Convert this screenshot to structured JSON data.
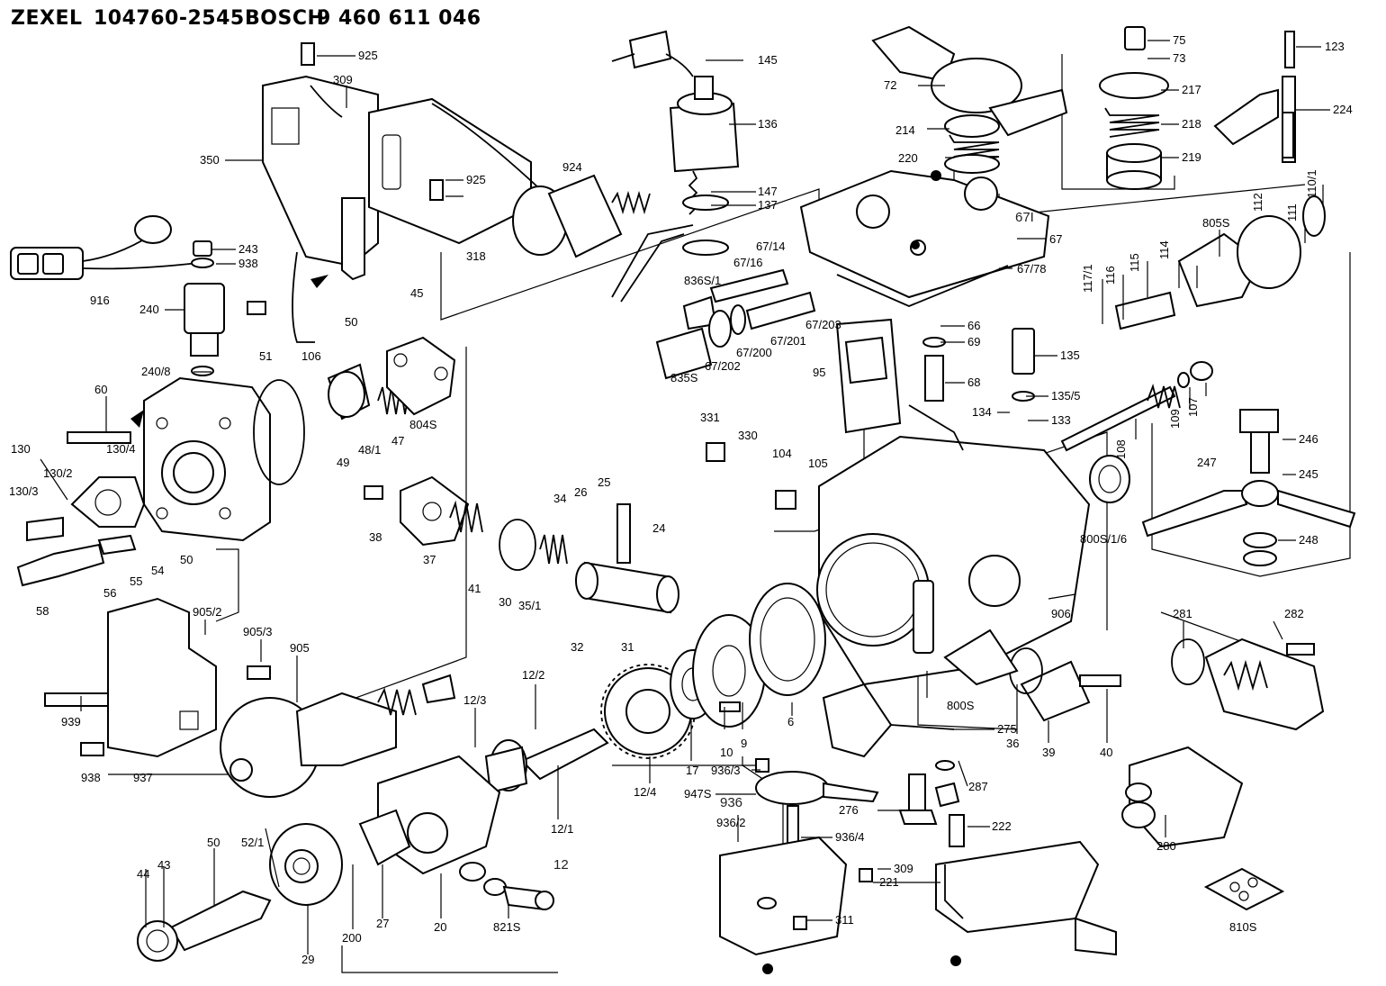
{
  "header": {
    "maker": "ZEXEL",
    "zexel_number": "104760-2545",
    "brand": "BOSCH",
    "bosch_number": "9 460 611 046"
  },
  "callouts": [
    {
      "id": "c925a",
      "text": "925"
    },
    {
      "id": "c309a",
      "text": "309"
    },
    {
      "id": "c350",
      "text": "350"
    },
    {
      "id": "c925b",
      "text": "925"
    },
    {
      "id": "c318",
      "text": "318"
    },
    {
      "id": "c243",
      "text": "243"
    },
    {
      "id": "c938a",
      "text": "938"
    },
    {
      "id": "c916",
      "text": "916"
    },
    {
      "id": "c240",
      "text": "240"
    },
    {
      "id": "c240_8",
      "text": "240/8"
    },
    {
      "id": "c106",
      "text": "106"
    },
    {
      "id": "c51",
      "text": "51"
    },
    {
      "id": "c50a",
      "text": "50"
    },
    {
      "id": "c45",
      "text": "45"
    },
    {
      "id": "c60",
      "text": "60"
    },
    {
      "id": "c130",
      "text": "130"
    },
    {
      "id": "c130_4",
      "text": "130/4"
    },
    {
      "id": "c130_2",
      "text": "130/2"
    },
    {
      "id": "c130_3",
      "text": "130/3"
    },
    {
      "id": "c49",
      "text": "49"
    },
    {
      "id": "c48_1",
      "text": "48/1"
    },
    {
      "id": "c47",
      "text": "47"
    },
    {
      "id": "c804s",
      "text": "804S"
    },
    {
      "id": "c58",
      "text": "58"
    },
    {
      "id": "c56",
      "text": "56"
    },
    {
      "id": "c55",
      "text": "55"
    },
    {
      "id": "c54",
      "text": "54"
    },
    {
      "id": "c50b",
      "text": "50"
    },
    {
      "id": "c38",
      "text": "38"
    },
    {
      "id": "c37",
      "text": "37"
    },
    {
      "id": "c41",
      "text": "41"
    },
    {
      "id": "c30",
      "text": "30"
    },
    {
      "id": "c35_1",
      "text": "35/1"
    },
    {
      "id": "c34",
      "text": "34"
    },
    {
      "id": "c26",
      "text": "26"
    },
    {
      "id": "c25",
      "text": "25"
    },
    {
      "id": "c24",
      "text": "24"
    },
    {
      "id": "c32",
      "text": "32"
    },
    {
      "id": "c31",
      "text": "31"
    },
    {
      "id": "c145",
      "text": "145"
    },
    {
      "id": "c136",
      "text": "136"
    },
    {
      "id": "c924",
      "text": "924"
    },
    {
      "id": "c147",
      "text": "147"
    },
    {
      "id": "c137",
      "text": "137"
    },
    {
      "id": "c67_14",
      "text": "67/14"
    },
    {
      "id": "c67_16",
      "text": "67/16"
    },
    {
      "id": "c836s_1",
      "text": "836S/1"
    },
    {
      "id": "c67_203",
      "text": "67/203"
    },
    {
      "id": "c67_201",
      "text": "67/201"
    },
    {
      "id": "c67_200",
      "text": "67/200"
    },
    {
      "id": "c67_202",
      "text": "67/202"
    },
    {
      "id": "c835s",
      "text": "835S"
    },
    {
      "id": "c72",
      "text": "72"
    },
    {
      "id": "c214",
      "text": "214"
    },
    {
      "id": "c220",
      "text": "220"
    },
    {
      "id": "c67",
      "text": "67"
    },
    {
      "id": "c67_78",
      "text": "67/78"
    },
    {
      "id": "c671_hand",
      "text": "67I"
    },
    {
      "id": "c75",
      "text": "75"
    },
    {
      "id": "c73",
      "text": "73"
    },
    {
      "id": "c217",
      "text": "217"
    },
    {
      "id": "c218",
      "text": "218"
    },
    {
      "id": "c219",
      "text": "219"
    },
    {
      "id": "c123",
      "text": "123"
    },
    {
      "id": "c224",
      "text": "224"
    },
    {
      "id": "c110_1",
      "text": "110/1"
    },
    {
      "id": "c111",
      "text": "111"
    },
    {
      "id": "c112",
      "text": "112"
    },
    {
      "id": "c805s",
      "text": "805S"
    },
    {
      "id": "c114",
      "text": "114"
    },
    {
      "id": "c115",
      "text": "115"
    },
    {
      "id": "c116",
      "text": "116"
    },
    {
      "id": "c117_1",
      "text": "117/1"
    },
    {
      "id": "c66",
      "text": "66"
    },
    {
      "id": "c69",
      "text": "69"
    },
    {
      "id": "c95",
      "text": "95"
    },
    {
      "id": "c68",
      "text": "68"
    },
    {
      "id": "c135",
      "text": "135"
    },
    {
      "id": "c135_5",
      "text": "135/5"
    },
    {
      "id": "c134",
      "text": "134"
    },
    {
      "id": "c133",
      "text": "133"
    },
    {
      "id": "c107",
      "text": "107"
    },
    {
      "id": "c109",
      "text": "109"
    },
    {
      "id": "c108",
      "text": "108"
    },
    {
      "id": "c331",
      "text": "331"
    },
    {
      "id": "c330",
      "text": "330"
    },
    {
      "id": "c104",
      "text": "104"
    },
    {
      "id": "c105",
      "text": "105"
    },
    {
      "id": "c246",
      "text": "246"
    },
    {
      "id": "c247",
      "text": "247"
    },
    {
      "id": "c245",
      "text": "245"
    },
    {
      "id": "c248",
      "text": "248"
    },
    {
      "id": "c800s_1_6",
      "text": "800S/1/6"
    },
    {
      "id": "c906",
      "text": "906"
    },
    {
      "id": "c281",
      "text": "281"
    },
    {
      "id": "c282",
      "text": "282"
    },
    {
      "id": "c905_2",
      "text": "905/2"
    },
    {
      "id": "c905_3",
      "text": "905/3"
    },
    {
      "id": "c905",
      "text": "905"
    },
    {
      "id": "c939",
      "text": "939"
    },
    {
      "id": "c938b",
      "text": "938"
    },
    {
      "id": "c937",
      "text": "937"
    },
    {
      "id": "c12_2",
      "text": "12/2"
    },
    {
      "id": "c12_3",
      "text": "12/3"
    },
    {
      "id": "c12_4",
      "text": "12/4"
    },
    {
      "id": "c17",
      "text": "17"
    },
    {
      "id": "c10",
      "text": "10"
    },
    {
      "id": "c9",
      "text": "9"
    },
    {
      "id": "c6",
      "text": "6"
    },
    {
      "id": "c800s",
      "text": "800S"
    },
    {
      "id": "c275",
      "text": "275"
    },
    {
      "id": "c36",
      "text": "36"
    },
    {
      "id": "c39",
      "text": "39"
    },
    {
      "id": "c40",
      "text": "40"
    },
    {
      "id": "c936_3",
      "text": "936/3"
    },
    {
      "id": "c947s",
      "text": "947S"
    },
    {
      "id": "c936_hand",
      "text": "936"
    },
    {
      "id": "c276",
      "text": "276"
    },
    {
      "id": "c287",
      "text": "287"
    },
    {
      "id": "c222",
      "text": "222"
    },
    {
      "id": "c936_2",
      "text": "936/2"
    },
    {
      "id": "c936_4",
      "text": "936/4"
    },
    {
      "id": "c309b",
      "text": "309"
    },
    {
      "id": "c221",
      "text": "221"
    },
    {
      "id": "c311",
      "text": "311"
    },
    {
      "id": "c280",
      "text": "280"
    },
    {
      "id": "c810s",
      "text": "810S"
    },
    {
      "id": "c12_1",
      "text": "12/1"
    },
    {
      "id": "c12_hand",
      "text": "12"
    },
    {
      "id": "c52_1",
      "text": "52/1"
    },
    {
      "id": "c50c",
      "text": "50"
    },
    {
      "id": "c44",
      "text": "44"
    },
    {
      "id": "c43",
      "text": "43"
    },
    {
      "id": "c29",
      "text": "29"
    },
    {
      "id": "c200",
      "text": "200"
    },
    {
      "id": "c27",
      "text": "27"
    },
    {
      "id": "c20",
      "text": "20"
    },
    {
      "id": "c821s",
      "text": "821S"
    }
  ]
}
